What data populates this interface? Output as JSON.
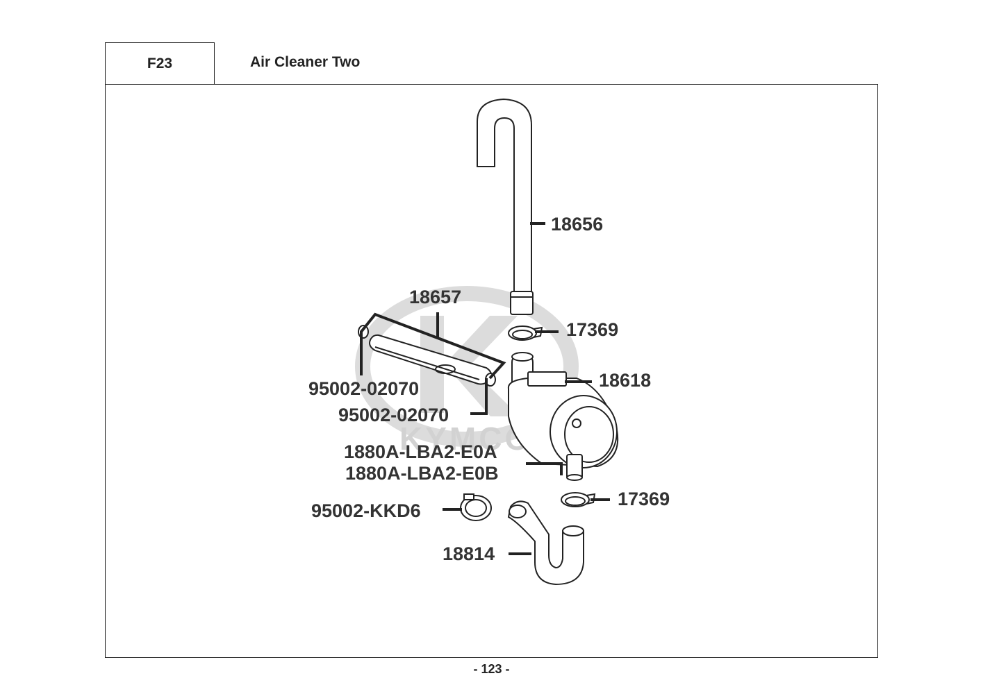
{
  "header": {
    "code": "F23",
    "title": "Air Cleaner Two"
  },
  "watermark": {
    "brand": "KYMCO"
  },
  "callouts": {
    "hose_top": "18656",
    "tube_left": "18657",
    "clip_upper": "17369",
    "cleaner_case": "18618",
    "clamp_left_a": "95002-02070",
    "clamp_left_b": "95002-02070",
    "cleaner_assy_a": "1880A-LBA2-E0A",
    "cleaner_assy_b": "1880A-LBA2-E0B",
    "clip_lower": "17369",
    "band": "95002-KKD6",
    "hose_bottom": "18814"
  },
  "footer": {
    "page": "- 123 -"
  },
  "colors": {
    "line": "#222222",
    "watermark": "#d2d2d2"
  }
}
